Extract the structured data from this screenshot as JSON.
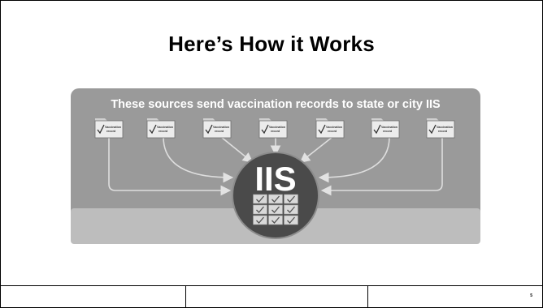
{
  "slide": {
    "title": "Here’s How it Works",
    "page_number": "5"
  },
  "diagram": {
    "banner_text": "These sources send vaccination records to state or city IIS",
    "hub_label": "IIS",
    "folder_line1": "Vaccination",
    "folder_line2": "record",
    "folder_count": 7,
    "hub_checkmarks": 9,
    "colors": {
      "outer_bg": "#9a9a9a",
      "inner_band": "#8c8c8c",
      "lower_band": "#bdbdbd",
      "arrow": "#d8d8d8",
      "hub": "#4d4d4d",
      "folder": "#eaeaea"
    },
    "icons": [
      "folder-icon",
      "checkmark-icon",
      "arrow-icon",
      "grid-icon"
    ]
  }
}
